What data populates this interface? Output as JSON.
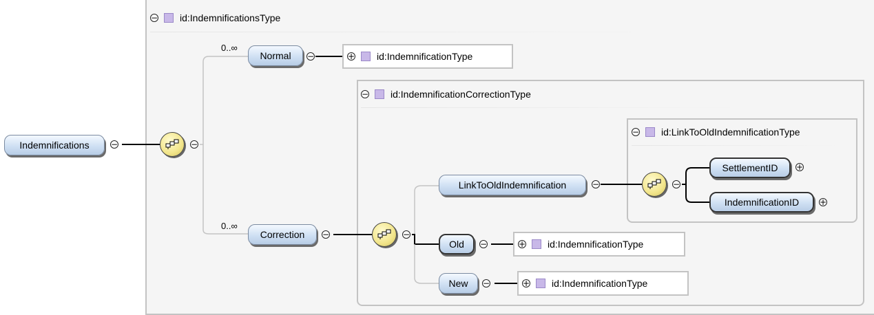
{
  "root": {
    "label": "Indemnifications"
  },
  "outer_type": {
    "label": "id:IndemnificationsType"
  },
  "normal": {
    "label": "Normal",
    "occurs": "0..∞",
    "type_label": "id:IndemnificationType"
  },
  "correction": {
    "label": "Correction",
    "occurs": "0..∞",
    "type_label": "id:IndemnificationCorrectionType",
    "link": {
      "label": "LinkToOldIndemnification",
      "type_label": "id:LinkToOldIndemnificationType",
      "children": [
        "SettlementID",
        "IndemnificationID"
      ]
    },
    "old": {
      "label": "Old",
      "type_label": "id:IndemnificationType"
    },
    "new": {
      "label": "New",
      "type_label": "id:IndemnificationType"
    }
  },
  "icons": {
    "collapse": "−",
    "expand": "+",
    "sequence": "sequence-compositor-icon",
    "type": "complex-type-icon"
  },
  "colors": {
    "element_fill": "#cfe0f3",
    "type_square": "#c8b8e8",
    "compositor": "#f2e58a",
    "box_border": "#c3c3c3"
  }
}
